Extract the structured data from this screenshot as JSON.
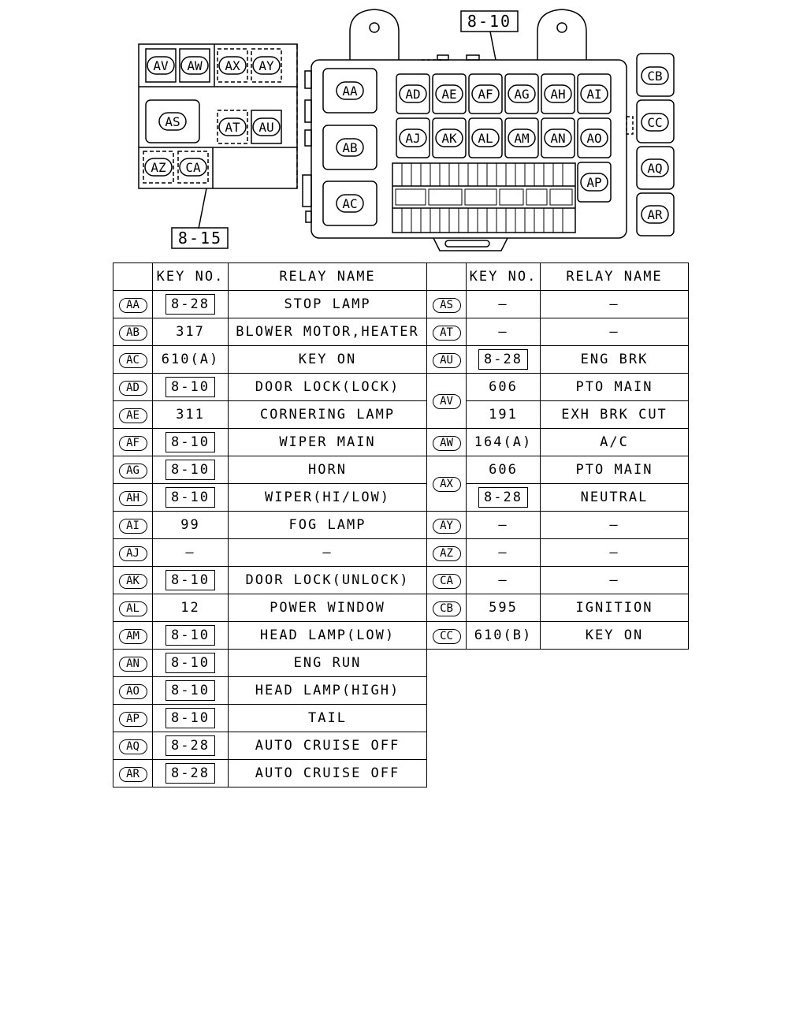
{
  "diagram": {
    "callout_top": "8-10",
    "callout_left": "8-15",
    "left_block_relays": [
      "AV",
      "AW",
      "AX",
      "AY",
      "AS",
      "AT",
      "AU",
      "AZ",
      "CA"
    ],
    "main_block_relays": [
      "AA",
      "AB",
      "AC",
      "AD",
      "AE",
      "AF",
      "AG",
      "AH",
      "AI",
      "AJ",
      "AK",
      "AL",
      "AM",
      "AN",
      "AO",
      "AP"
    ],
    "right_relays": [
      "CB",
      "CC",
      "AQ",
      "AR"
    ]
  },
  "table": {
    "headers": {
      "key_no": "KEY NO.",
      "relay_name": "RELAY NAME"
    },
    "left_rows": [
      {
        "code": "AA",
        "key": "8-28",
        "boxed": true,
        "name": "STOP LAMP"
      },
      {
        "code": "AB",
        "key": "317",
        "boxed": false,
        "name": "BLOWER MOTOR,HEATER"
      },
      {
        "code": "AC",
        "key": "610(A)",
        "boxed": false,
        "name": "KEY ON"
      },
      {
        "code": "AD",
        "key": "8-10",
        "boxed": true,
        "name": "DOOR LOCK(LOCK)"
      },
      {
        "code": "AE",
        "key": "311",
        "boxed": false,
        "name": "CORNERING LAMP"
      },
      {
        "code": "AF",
        "key": "8-10",
        "boxed": true,
        "name": "WIPER MAIN"
      },
      {
        "code": "AG",
        "key": "8-10",
        "boxed": true,
        "name": "HORN"
      },
      {
        "code": "AH",
        "key": "8-10",
        "boxed": true,
        "name": "WIPER(HI/LOW)"
      },
      {
        "code": "AI",
        "key": "99",
        "boxed": false,
        "name": "FOG LAMP"
      },
      {
        "code": "AJ",
        "key": "—",
        "boxed": false,
        "name": "—"
      },
      {
        "code": "AK",
        "key": "8-10",
        "boxed": true,
        "name": "DOOR LOCK(UNLOCK)"
      },
      {
        "code": "AL",
        "key": "12",
        "boxed": false,
        "name": "POWER WINDOW"
      },
      {
        "code": "AM",
        "key": "8-10",
        "boxed": true,
        "name": "HEAD LAMP(LOW)"
      },
      {
        "code": "AN",
        "key": "8-10",
        "boxed": true,
        "name": "ENG RUN"
      },
      {
        "code": "AO",
        "key": "8-10",
        "boxed": true,
        "name": "HEAD LAMP(HIGH)"
      },
      {
        "code": "AP",
        "key": "8-10",
        "boxed": true,
        "name": "TAIL"
      },
      {
        "code": "AQ",
        "key": "8-28",
        "boxed": true,
        "name": "AUTO CRUISE OFF"
      },
      {
        "code": "AR",
        "key": "8-28",
        "boxed": true,
        "name": "AUTO CRUISE OFF"
      }
    ],
    "right_rows": [
      {
        "code": "AS",
        "span": 1,
        "entries": [
          {
            "key": "—",
            "boxed": false,
            "name": "—"
          }
        ]
      },
      {
        "code": "AT",
        "span": 1,
        "entries": [
          {
            "key": "—",
            "boxed": false,
            "name": "—"
          }
        ]
      },
      {
        "code": "AU",
        "span": 1,
        "entries": [
          {
            "key": "8-28",
            "boxed": true,
            "name": "ENG BRK"
          }
        ]
      },
      {
        "code": "AV",
        "span": 2,
        "entries": [
          {
            "key": "606",
            "boxed": false,
            "name": "PTO MAIN"
          },
          {
            "key": "191",
            "boxed": false,
            "name": "EXH BRK CUT"
          }
        ]
      },
      {
        "code": "AW",
        "span": 1,
        "entries": [
          {
            "key": "164(A)",
            "boxed": false,
            "name": "A/C"
          }
        ]
      },
      {
        "code": "AX",
        "span": 2,
        "entries": [
          {
            "key": "606",
            "boxed": false,
            "name": "PTO MAIN"
          },
          {
            "key": "8-28",
            "boxed": true,
            "name": "NEUTRAL"
          }
        ]
      },
      {
        "code": "AY",
        "span": 1,
        "entries": [
          {
            "key": "—",
            "boxed": false,
            "name": "—"
          }
        ]
      },
      {
        "code": "AZ",
        "span": 1,
        "entries": [
          {
            "key": "—",
            "boxed": false,
            "name": "—"
          }
        ]
      },
      {
        "code": "CA",
        "span": 1,
        "entries": [
          {
            "key": "—",
            "boxed": false,
            "name": "—"
          }
        ]
      },
      {
        "code": "CB",
        "span": 1,
        "entries": [
          {
            "key": "595",
            "boxed": false,
            "name": "IGNITION"
          }
        ]
      },
      {
        "code": "CC",
        "span": 1,
        "entries": [
          {
            "key": "610(B)",
            "boxed": false,
            "name": "KEY ON"
          }
        ]
      }
    ]
  }
}
